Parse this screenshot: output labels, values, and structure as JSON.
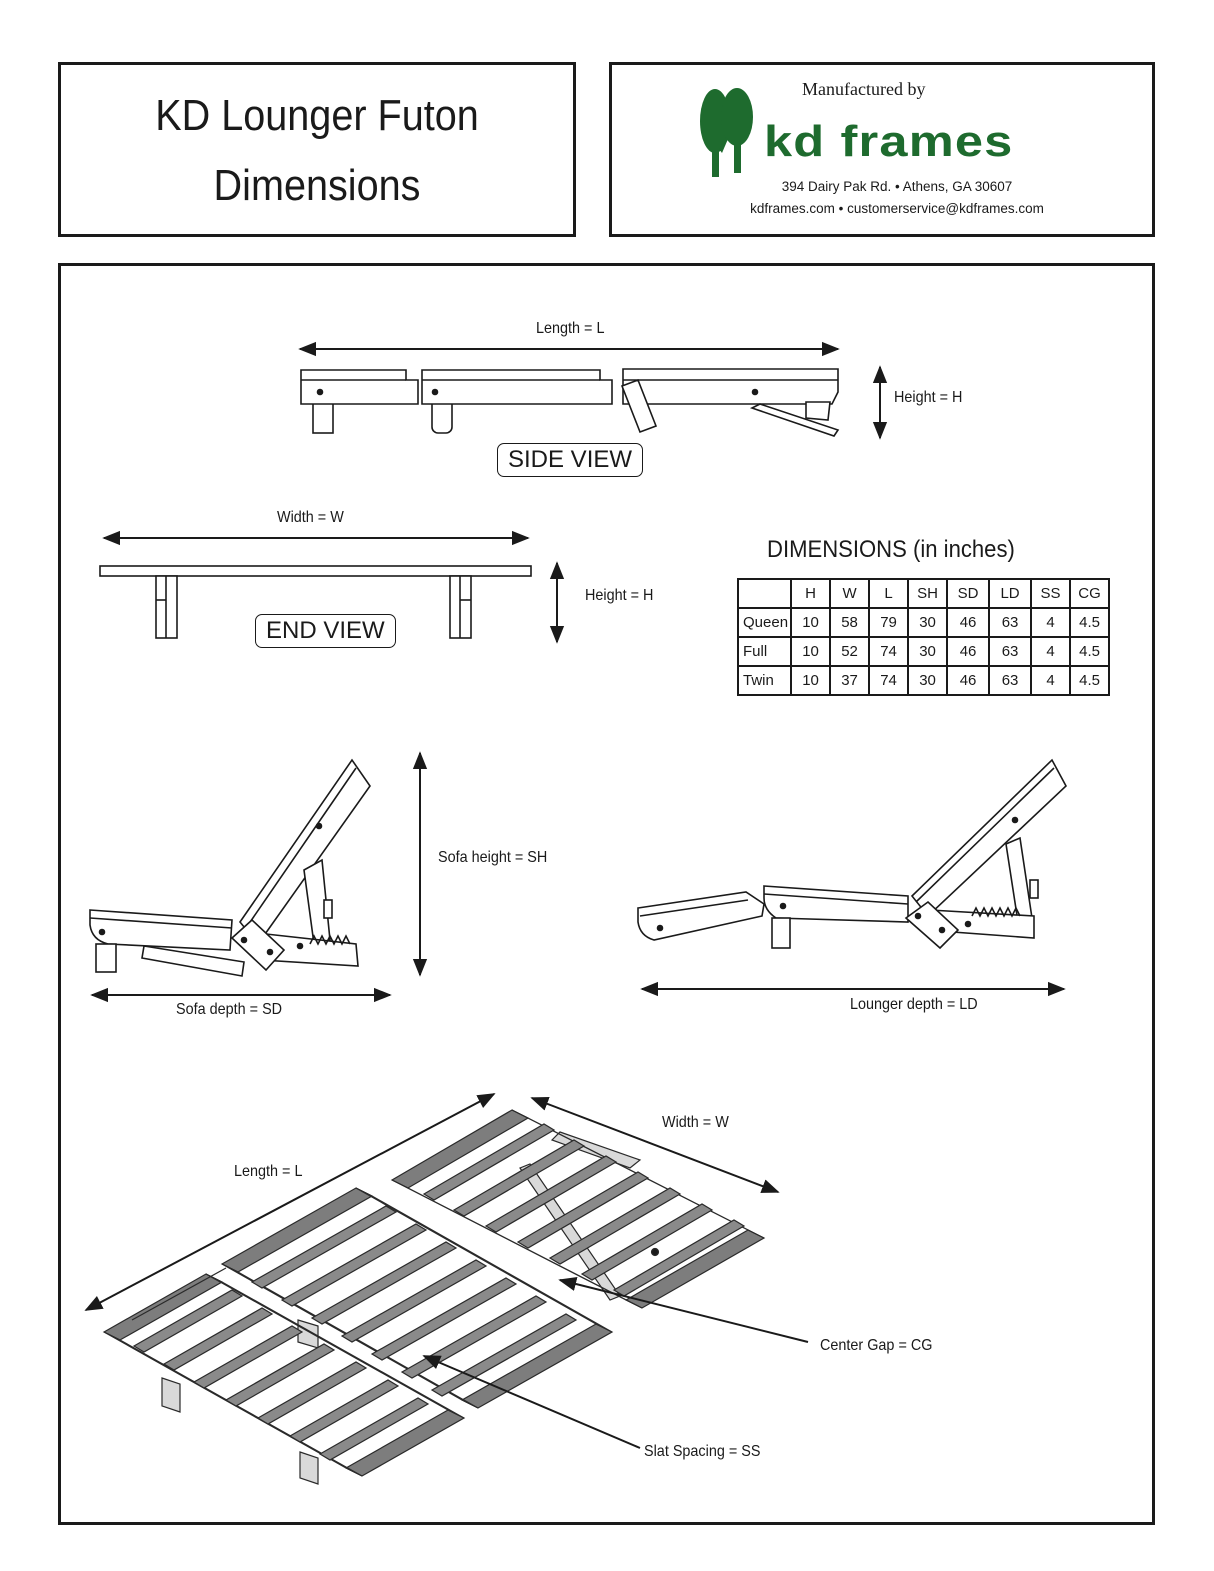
{
  "header": {
    "title_line1": "KD Lounger Futon",
    "title_line2": "Dimensions"
  },
  "manufacturer": {
    "manufactured_by": "Manufactured by",
    "brand_name": "kd frames",
    "address": "394 Dairy Pak Rd. • Athens, GA 30607",
    "web_email": "kdframes.com • customerservice@kdframes.com",
    "brand_color": "#1e6b2e"
  },
  "side_view": {
    "tag": "SIDE VIEW",
    "length_label": "Length = L",
    "height_label": "Height = H"
  },
  "end_view": {
    "tag": "END VIEW",
    "width_label": "Width = W",
    "height_label": "Height = H"
  },
  "dimensions": {
    "title": "DIMENSIONS (in inches)",
    "columns": [
      "H",
      "W",
      "L",
      "SH",
      "SD",
      "LD",
      "SS",
      "CG"
    ],
    "rows": [
      {
        "label": "Queen",
        "values": [
          "10",
          "58",
          "79",
          "30",
          "46",
          "63",
          "4",
          "4.5"
        ]
      },
      {
        "label": "Full",
        "values": [
          "10",
          "52",
          "74",
          "30",
          "46",
          "63",
          "4",
          "4.5"
        ]
      },
      {
        "label": "Twin",
        "values": [
          "10",
          "37",
          "74",
          "30",
          "46",
          "63",
          "4",
          "4.5"
        ]
      }
    ]
  },
  "sofa_view": {
    "height_label": "Sofa height = SH",
    "depth_label": "Sofa depth = SD"
  },
  "lounger_view": {
    "depth_label": "Lounger depth = LD"
  },
  "iso_view": {
    "length_label": "Length = L",
    "width_label": "Width = W",
    "center_gap_label": "Center Gap = CG",
    "slat_spacing_label": "Slat Spacing = SS"
  }
}
